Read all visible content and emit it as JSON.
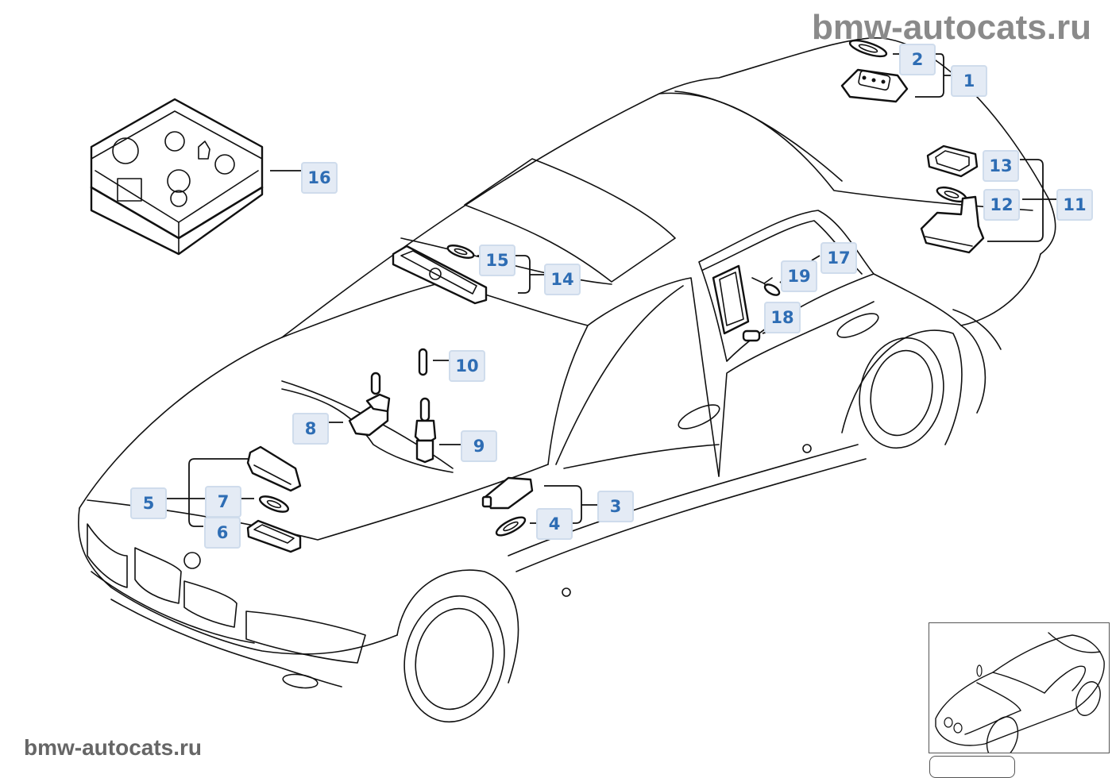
{
  "watermarks": {
    "top": "bmw-autocats.ru",
    "bottom": "bmw-autocats.ru"
  },
  "diagram": {
    "subject": "BMW 7 series sedan interior lighting parts",
    "accent_badge_bg": "#e4ebf5",
    "accent_badge_text": "#2e6db4",
    "callouts": [
      {
        "id": "1",
        "label": "1"
      },
      {
        "id": "2",
        "label": "2"
      },
      {
        "id": "3",
        "label": "3"
      },
      {
        "id": "4",
        "label": "4"
      },
      {
        "id": "5",
        "label": "5"
      },
      {
        "id": "6",
        "label": "6"
      },
      {
        "id": "7",
        "label": "7"
      },
      {
        "id": "8",
        "label": "8"
      },
      {
        "id": "9",
        "label": "9"
      },
      {
        "id": "10",
        "label": "10"
      },
      {
        "id": "11",
        "label": "11"
      },
      {
        "id": "12",
        "label": "12"
      },
      {
        "id": "13",
        "label": "13"
      },
      {
        "id": "14",
        "label": "14"
      },
      {
        "id": "15",
        "label": "15"
      },
      {
        "id": "16",
        "label": "16"
      },
      {
        "id": "17",
        "label": "17"
      },
      {
        "id": "18",
        "label": "18"
      },
      {
        "id": "19",
        "label": "19"
      }
    ]
  },
  "thumbnail": {
    "name": "vehicle-overview-thumbnail"
  }
}
